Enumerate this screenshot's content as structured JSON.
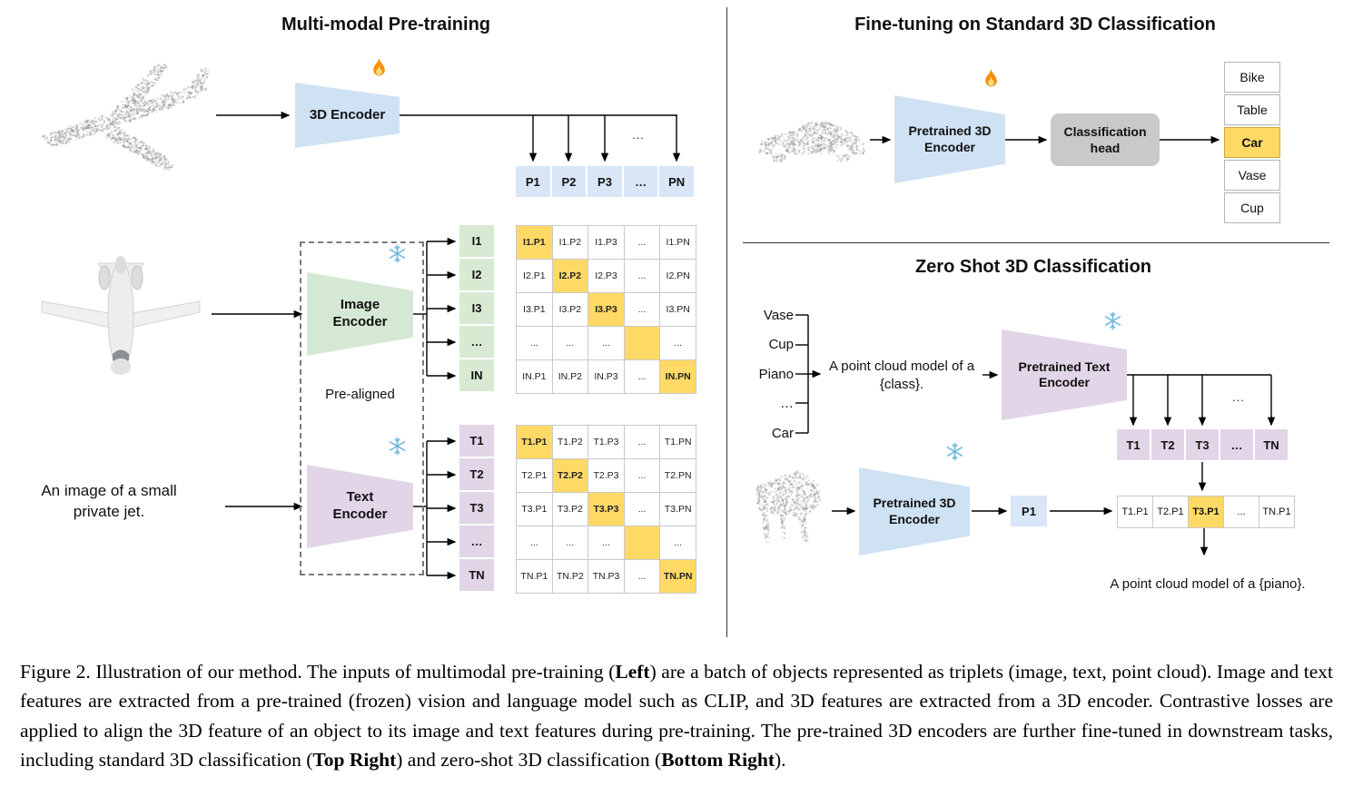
{
  "left": {
    "title": "Multi-modal Pre-training",
    "encoder3d": {
      "label": "3D Encoder",
      "icon": "fire-icon"
    },
    "image_encoder": {
      "label": "Image Encoder",
      "icon": "snowflake-icon"
    },
    "text_encoder": {
      "label": "Text Encoder",
      "icon": "snowflake-icon"
    },
    "prealigned": "Pre-aligned",
    "image_caption": "An image of a small private jet.",
    "trunk_dots": "...",
    "p_cells": [
      "P1",
      "P2",
      "P3",
      "…",
      "PN"
    ],
    "i_labels": [
      "I1",
      "I2",
      "I3",
      "…",
      "IN"
    ],
    "t_labels": [
      "T1",
      "T2",
      "T3",
      "…",
      "TN"
    ],
    "i_matrix": [
      [
        "I1.P1",
        "I1.P2",
        "I1.P3",
        "...",
        "I1.PN"
      ],
      [
        "I2.P1",
        "I2.P2",
        "I2.P3",
        "...",
        "I2.PN"
      ],
      [
        "I3.P1",
        "I3.P2",
        "I3.P3",
        "...",
        "I3.PN"
      ],
      [
        "...",
        "...",
        "...",
        "",
        "..."
      ],
      [
        "IN.P1",
        "IN.P2",
        "IN.P3",
        "...",
        "IN.PN"
      ]
    ],
    "t_matrix": [
      [
        "T1.P1",
        "T1.P2",
        "T1.P3",
        "...",
        "T1.PN"
      ],
      [
        "T2.P1",
        "T2.P2",
        "T2.P3",
        "...",
        "T2.PN"
      ],
      [
        "T3.P1",
        "T3.P2",
        "T3.P3",
        "...",
        "T3.PN"
      ],
      [
        "...",
        "...",
        "...",
        "",
        "..."
      ],
      [
        "TN.P1",
        "TN.P2",
        "TN.P3",
        "...",
        "TN.PN"
      ]
    ]
  },
  "top_right": {
    "title": "Fine-tuning on Standard 3D Classification",
    "encoder": {
      "label": "Pretrained 3D Encoder",
      "icon": "fire-icon"
    },
    "head": "Classification head",
    "classes": [
      "Bike",
      "Table",
      "Car",
      "Vase",
      "Cup"
    ],
    "selected_class": "Car"
  },
  "bottom_right": {
    "title": "Zero Shot 3D Classification",
    "classes": [
      "Vase",
      "Cup",
      "Piano",
      "…",
      "Car"
    ],
    "prompt": "A point cloud model of a {class}.",
    "text_encoder": {
      "label": "Pretrained Text Encoder",
      "icon": "snowflake-icon"
    },
    "encoder3d": {
      "label": "Pretrained 3D Encoder",
      "icon": "snowflake-icon"
    },
    "t_cells": [
      "T1",
      "T2",
      "T3",
      "…",
      "TN"
    ],
    "p_cell": "P1",
    "result_cells": [
      "T1.P1",
      "T2.P1",
      "T3.P1",
      "...",
      "TN.P1"
    ],
    "result_highlight": "T3.P1",
    "trunk_dots": "...",
    "output": "A point cloud model of a {piano}."
  },
  "caption": {
    "segments": [
      {
        "text": "Figure 2. Illustration of our method. The inputs of multimodal pre-training (",
        "bold": false
      },
      {
        "text": "Left",
        "bold": true
      },
      {
        "text": ") are a batch of objects represented as triplets (image, text, point cloud). Image and text features are extracted from a pre-trained (frozen) vision and language model such as CLIP, and 3D features are extracted from a 3D encoder. Contrastive losses are applied to align the 3D feature of an object to its image and text features during pre-training. The pre-trained 3D encoders are further fine-tuned in downstream tasks, including standard 3D classification (",
        "bold": false
      },
      {
        "text": "Top Right",
        "bold": true
      },
      {
        "text": ") and zero-shot 3D classification (",
        "bold": false
      },
      {
        "text": "Bottom Right",
        "bold": true
      },
      {
        "text": ").",
        "bold": false
      }
    ]
  },
  "colors": {
    "blue_encoder": "#cfe2f3",
    "blue_cell": "#d9e6f8",
    "green_encoder": "#d5e8d4",
    "green_cell": "#d9ead3",
    "purple": "#e1d5e7",
    "highlight_orange": "#ffd966",
    "head_gray": "#c9c9c9"
  }
}
